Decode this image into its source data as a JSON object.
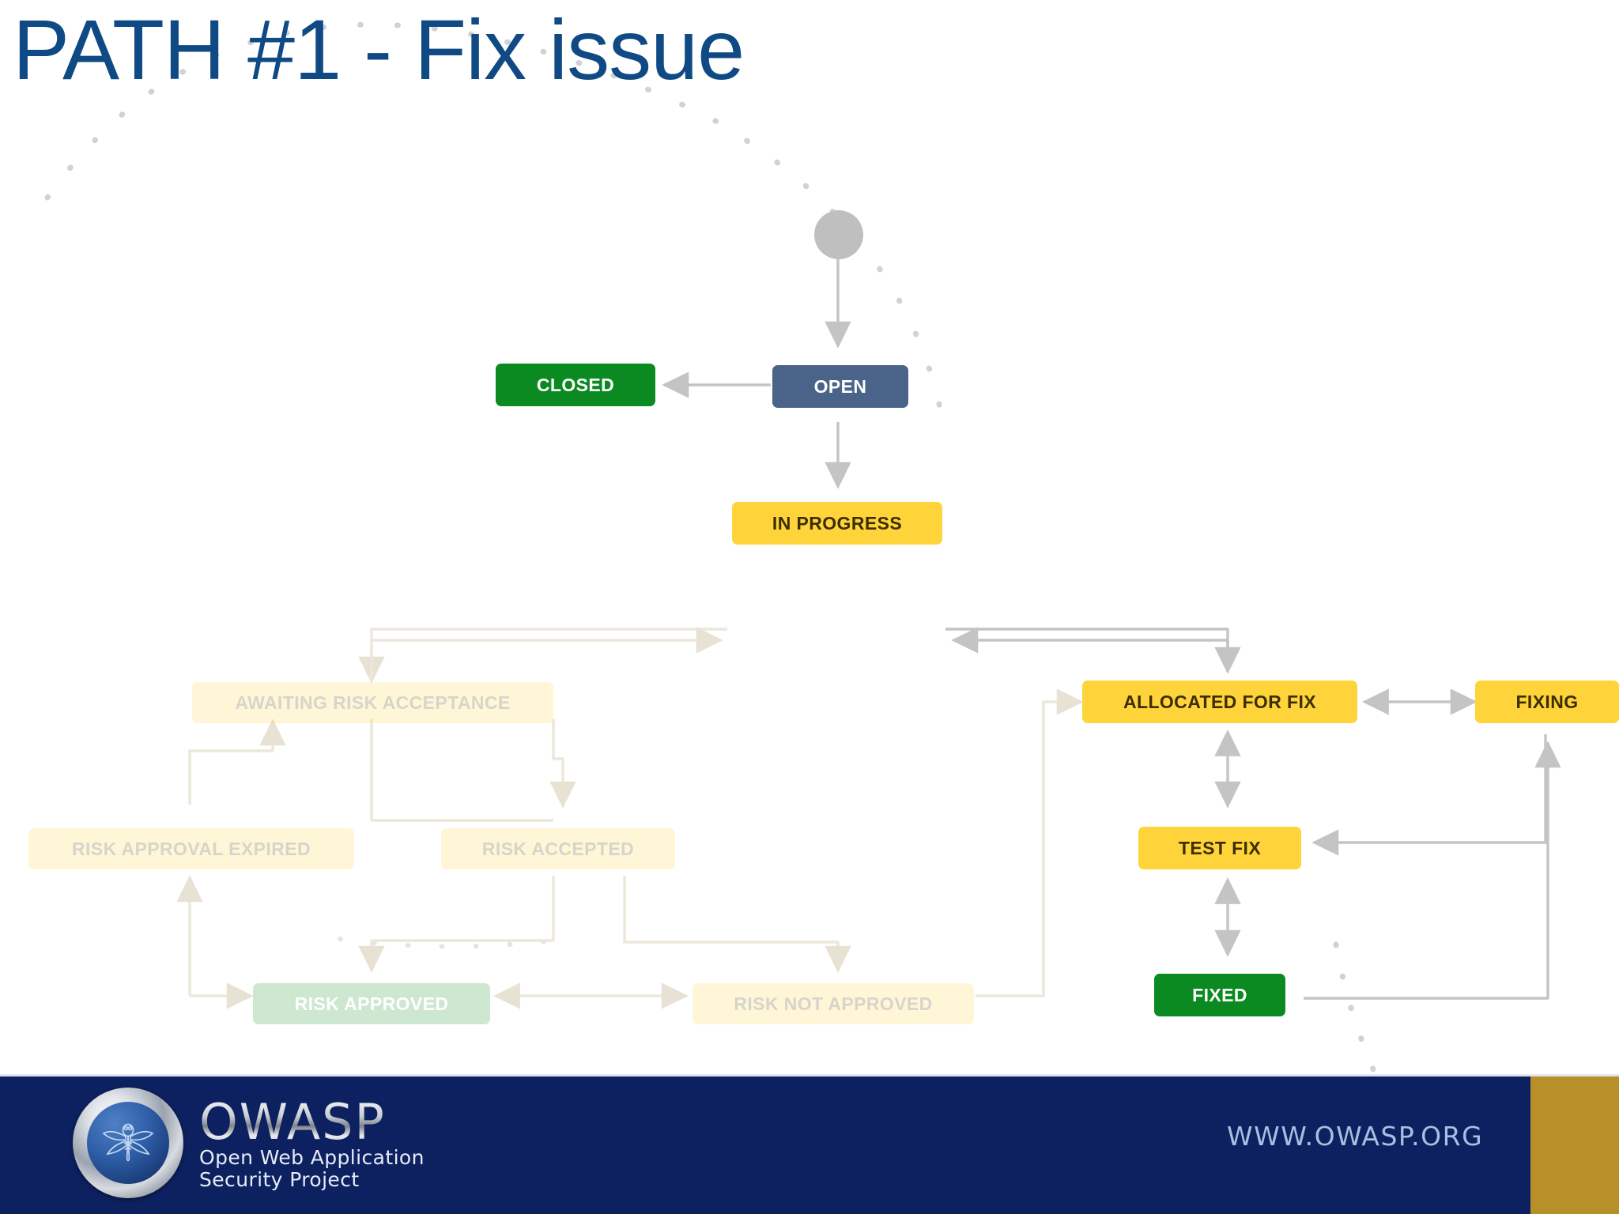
{
  "slide": {
    "title": "PATH #1 - Fix issue",
    "title_color": "#0f4a84",
    "background": "#ffffff"
  },
  "diagram": {
    "type": "state-workflow",
    "colors": {
      "start_node": "#bfbfbf",
      "open": "#4a6388",
      "closed": "#0b8a21",
      "fixed": "#0b8a21",
      "in_progress": "#ffd43b",
      "yellow_node": "#ffd43b",
      "edge": "#c9c9c9",
      "risk_approved": "#9fd7b4"
    },
    "nodes": [
      {
        "id": "start",
        "label": "",
        "style": "start-circle",
        "faded": false
      },
      {
        "id": "closed",
        "label": "CLOSED",
        "style": "green",
        "faded": false
      },
      {
        "id": "open",
        "label": "OPEN",
        "style": "blue",
        "faded": false
      },
      {
        "id": "inprog",
        "label": "IN PROGRESS",
        "style": "yellow",
        "faded": false
      },
      {
        "id": "awaiting",
        "label": "AWAITING RISK ACCEPTANCE",
        "style": "yellow",
        "faded": true
      },
      {
        "id": "expired",
        "label": "RISK APPROVAL EXPIRED",
        "style": "yellow",
        "faded": true
      },
      {
        "id": "accepted",
        "label": "RISK ACCEPTED",
        "style": "yellow",
        "faded": true
      },
      {
        "id": "approved",
        "label": "RISK APPROVED",
        "style": "green",
        "faded": true
      },
      {
        "id": "notappr",
        "label": "RISK NOT APPROVED",
        "style": "yellow",
        "faded": true
      },
      {
        "id": "allocated",
        "label": "ALLOCATED FOR FIX",
        "style": "yellow",
        "faded": false
      },
      {
        "id": "fixing",
        "label": "FIXING",
        "style": "yellow",
        "faded": false
      },
      {
        "id": "testfix",
        "label": "TEST FIX",
        "style": "yellow",
        "faded": false
      },
      {
        "id": "fixedn",
        "label": "FIXED",
        "style": "green",
        "faded": false
      }
    ],
    "edges": [
      {
        "from": "start",
        "to": "open",
        "faded": false,
        "bidirectional": false
      },
      {
        "from": "open",
        "to": "closed",
        "faded": false,
        "bidirectional": false
      },
      {
        "from": "open",
        "to": "inprog",
        "faded": false,
        "bidirectional": false
      },
      {
        "from": "inprog",
        "to": "allocated",
        "faded": false,
        "bidirectional": false
      },
      {
        "from": "allocated",
        "to": "inprog",
        "faded": false,
        "bidirectional": false
      },
      {
        "from": "allocated",
        "to": "fixing",
        "faded": false,
        "bidirectional": true
      },
      {
        "from": "allocated",
        "to": "testfix",
        "faded": false,
        "bidirectional": true
      },
      {
        "from": "testfix",
        "to": "fixedn",
        "faded": false,
        "bidirectional": true
      },
      {
        "from": "fixing",
        "to": "testfix",
        "faded": false,
        "bidirectional": false
      },
      {
        "from": "fixing",
        "to": "fixedn",
        "faded": false,
        "bidirectional": false
      },
      {
        "from": "inprog",
        "to": "awaiting",
        "faded": true,
        "bidirectional": false
      },
      {
        "from": "awaiting",
        "to": "accepted",
        "faded": true,
        "bidirectional": false
      },
      {
        "from": "awaiting",
        "to": "notappr",
        "faded": true,
        "bidirectional": false
      },
      {
        "from": "expired",
        "to": "awaiting",
        "faded": true,
        "bidirectional": false
      },
      {
        "from": "accepted",
        "to": "approved",
        "faded": true,
        "bidirectional": false
      },
      {
        "from": "accepted",
        "to": "notappr",
        "faded": true,
        "bidirectional": false
      },
      {
        "from": "approved",
        "to": "expired",
        "faded": true,
        "bidirectional": false
      },
      {
        "from": "approved",
        "to": "notappr",
        "faded": true,
        "bidirectional": true
      },
      {
        "from": "notappr",
        "to": "allocated",
        "faded": true,
        "bidirectional": false
      }
    ]
  },
  "footer": {
    "background": "#0d2161",
    "accent_bar": "#b8902a",
    "logo_wordmark": "OWASP",
    "tagline_line1": "Open Web Application",
    "tagline_line2": "Security Project",
    "url": "WWW.OWASP.ORG",
    "url_color": "#a9bee0"
  }
}
